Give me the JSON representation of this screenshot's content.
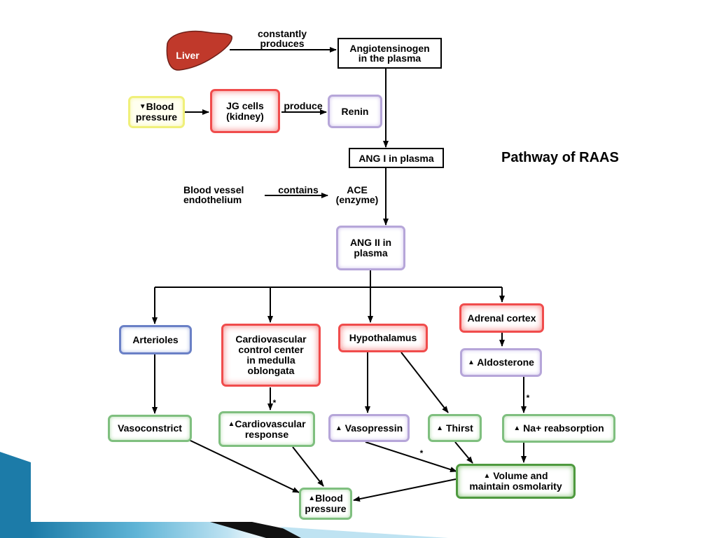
{
  "title": "Pathway of RAAS",
  "liver_label": "Liver",
  "colors": {
    "liver": "#c0392b",
    "arrow": "#000000",
    "bottom_band": "#1c7ba8"
  },
  "labels": {
    "constantly_produces": "constantly\nproduces",
    "produce": "produce",
    "contains": "contains",
    "blood_vessel": "Blood vessel\nendothelium",
    "ace": "ACE\n(enzyme)",
    "star1": "*",
    "star2": "*",
    "star3": "*"
  },
  "nodes": {
    "angiotensinogen": "Angiotensinogen\nin the plasma",
    "low_bp": "Blood\npressure",
    "jg_cells": "JG cells\n(kidney)",
    "renin": "Renin",
    "ang1": "ANG I in plasma",
    "ang2": "ANG II in\nplasma",
    "arterioles": "Arterioles",
    "cv_center": "Cardiovascular\ncontrol center\nin medulla\noblongata",
    "hypothalamus": "Hypothalamus",
    "adrenal": "Adrenal cortex",
    "aldosterone": "Aldosterone",
    "vasoconstrict": "Vasoconstrict",
    "cv_response": "Cardiovascular\nresponse",
    "vasopressin": "Vasopressin",
    "thirst": "Thirst",
    "na_reabs": "Na+ reabsorption",
    "volume": "Volume and\nmaintain osmolarity",
    "high_bp": "Blood\npressure"
  },
  "arrow_glyphs": {
    "up": "▲",
    "down": "▼"
  }
}
